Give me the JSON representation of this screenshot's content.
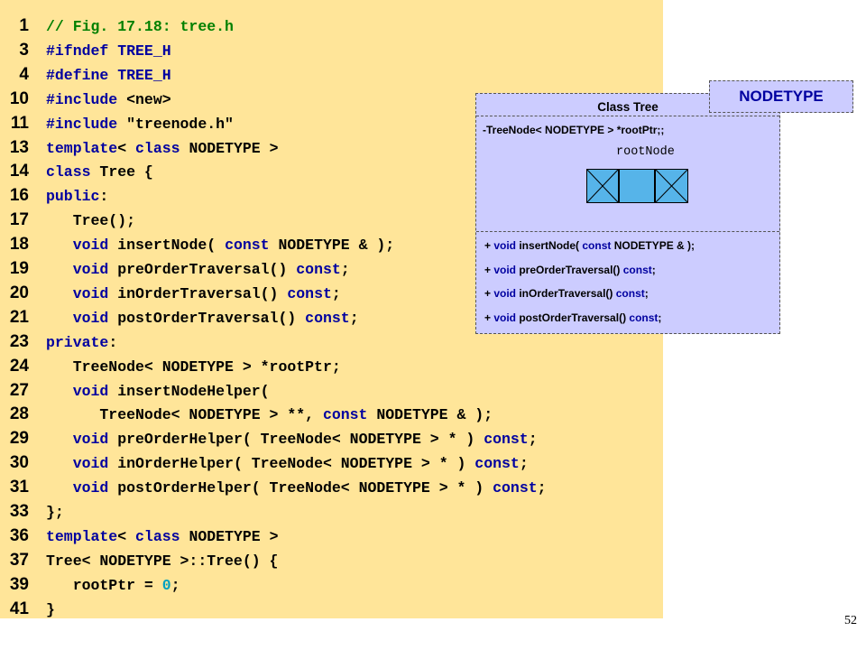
{
  "code_lines": [
    {
      "num": "1",
      "parts": [
        {
          "t": "// Fig. 17.18: tree.h",
          "c": "comment"
        }
      ]
    },
    {
      "num": "3",
      "parts": [
        {
          "t": "#ifndef TREE_H",
          "c": "keyword"
        }
      ]
    },
    {
      "num": "4",
      "parts": [
        {
          "t": "#define TREE_H",
          "c": "keyword"
        }
      ]
    },
    {
      "num": "10",
      "parts": [
        {
          "t": "#include",
          "c": "keyword"
        },
        {
          "t": " <new>",
          "c": ""
        }
      ]
    },
    {
      "num": "11",
      "parts": [
        {
          "t": "#include",
          "c": "keyword"
        },
        {
          "t": " \"treenode.h\"",
          "c": ""
        }
      ]
    },
    {
      "num": "13",
      "parts": [
        {
          "t": "template",
          "c": "keyword"
        },
        {
          "t": "< ",
          "c": ""
        },
        {
          "t": "class",
          "c": "keyword"
        },
        {
          "t": " NODETYPE >",
          "c": ""
        }
      ]
    },
    {
      "num": "14",
      "parts": [
        {
          "t": "class",
          "c": "keyword"
        },
        {
          "t": " Tree {",
          "c": ""
        }
      ]
    },
    {
      "num": "16",
      "parts": [
        {
          "t": "public",
          "c": "keyword"
        },
        {
          "t": ":",
          "c": ""
        }
      ]
    },
    {
      "num": "17",
      "parts": [
        {
          "t": "   Tree();",
          "c": ""
        }
      ]
    },
    {
      "num": "18",
      "parts": [
        {
          "t": "   ",
          "c": ""
        },
        {
          "t": "void",
          "c": "keyword"
        },
        {
          "t": " insertNode( ",
          "c": ""
        },
        {
          "t": "const",
          "c": "keyword"
        },
        {
          "t": " NODETYPE & );",
          "c": ""
        }
      ]
    },
    {
      "num": "19",
      "parts": [
        {
          "t": "   ",
          "c": ""
        },
        {
          "t": "void",
          "c": "keyword"
        },
        {
          "t": " preOrderTraversal() ",
          "c": ""
        },
        {
          "t": "const",
          "c": "keyword"
        },
        {
          "t": ";",
          "c": ""
        }
      ]
    },
    {
      "num": "20",
      "parts": [
        {
          "t": "   ",
          "c": ""
        },
        {
          "t": "void",
          "c": "keyword"
        },
        {
          "t": " inOrderTraversal() ",
          "c": ""
        },
        {
          "t": "const",
          "c": "keyword"
        },
        {
          "t": ";",
          "c": ""
        }
      ]
    },
    {
      "num": "21",
      "parts": [
        {
          "t": "   ",
          "c": ""
        },
        {
          "t": "void",
          "c": "keyword"
        },
        {
          "t": " postOrderTraversal() ",
          "c": ""
        },
        {
          "t": "const",
          "c": "keyword"
        },
        {
          "t": ";",
          "c": ""
        }
      ]
    },
    {
      "num": "23",
      "parts": [
        {
          "t": "private",
          "c": "keyword"
        },
        {
          "t": ":",
          "c": ""
        }
      ]
    },
    {
      "num": "24",
      "parts": [
        {
          "t": "   TreeNode< NODETYPE > *rootPtr;",
          "c": ""
        }
      ]
    },
    {
      "num": "27",
      "parts": [
        {
          "t": "   ",
          "c": ""
        },
        {
          "t": "void",
          "c": "keyword"
        },
        {
          "t": " insertNodeHelper(",
          "c": ""
        }
      ]
    },
    {
      "num": "28",
      "parts": [
        {
          "t": "      TreeNode< NODETYPE > **, ",
          "c": ""
        },
        {
          "t": "const",
          "c": "keyword"
        },
        {
          "t": " NODETYPE & );",
          "c": ""
        }
      ]
    },
    {
      "num": "29",
      "parts": [
        {
          "t": "   ",
          "c": ""
        },
        {
          "t": "void",
          "c": "keyword"
        },
        {
          "t": " preOrderHelper( TreeNode< NODETYPE > * ) ",
          "c": ""
        },
        {
          "t": "const",
          "c": "keyword"
        },
        {
          "t": ";",
          "c": ""
        }
      ]
    },
    {
      "num": "30",
      "parts": [
        {
          "t": "   ",
          "c": ""
        },
        {
          "t": "void",
          "c": "keyword"
        },
        {
          "t": " inOrderHelper( TreeNode< NODETYPE > * ) ",
          "c": ""
        },
        {
          "t": "const",
          "c": "keyword"
        },
        {
          "t": ";",
          "c": ""
        }
      ]
    },
    {
      "num": "31",
      "parts": [
        {
          "t": "   ",
          "c": ""
        },
        {
          "t": "void",
          "c": "keyword"
        },
        {
          "t": " postOrderHelper( TreeNode< NODETYPE > * ) ",
          "c": ""
        },
        {
          "t": "const",
          "c": "keyword"
        },
        {
          "t": ";",
          "c": ""
        }
      ]
    },
    {
      "num": "33",
      "parts": [
        {
          "t": "};",
          "c": ""
        }
      ]
    },
    {
      "num": "36",
      "parts": [
        {
          "t": "template",
          "c": "keyword"
        },
        {
          "t": "< ",
          "c": ""
        },
        {
          "t": "class",
          "c": "keyword"
        },
        {
          "t": " NODETYPE >",
          "c": ""
        }
      ]
    },
    {
      "num": "37",
      "parts": [
        {
          "t": "Tree< NODETYPE >::Tree() {",
          "c": ""
        }
      ]
    },
    {
      "num": "39",
      "parts": [
        {
          "t": "   rootPtr = ",
          "c": ""
        },
        {
          "t": "0",
          "c": "num"
        },
        {
          "t": ";",
          "c": ""
        }
      ]
    },
    {
      "num": "41",
      "parts": [
        {
          "t": "}",
          "c": ""
        }
      ]
    }
  ],
  "class_diagram": {
    "title": "Class  Tree",
    "attribute": "-TreeNode< NODETYPE > *rootPtr;;",
    "root_label": "rootNode",
    "methods": [
      [
        {
          "t": "+ ",
          "c": ""
        },
        {
          "t": "void",
          "c": "m-kw"
        },
        {
          "t": " insertNode( ",
          "c": ""
        },
        {
          "t": "const",
          "c": "m-kw"
        },
        {
          "t": " NODETYPE & );",
          "c": ""
        }
      ],
      [
        {
          "t": "+ ",
          "c": ""
        },
        {
          "t": "void",
          "c": "m-kw"
        },
        {
          "t": " preOrderTraversal() ",
          "c": ""
        },
        {
          "t": "const",
          "c": "m-kw"
        },
        {
          "t": ";",
          "c": ""
        }
      ],
      [
        {
          "t": "+ ",
          "c": ""
        },
        {
          "t": "void",
          "c": "m-kw"
        },
        {
          "t": " inOrderTraversal() ",
          "c": ""
        },
        {
          "t": "const",
          "c": "m-kw"
        },
        {
          "t": ";",
          "c": ""
        }
      ],
      [
        {
          "t": "+ ",
          "c": ""
        },
        {
          "t": "void",
          "c": "m-kw"
        },
        {
          "t": " postOrderTraversal() ",
          "c": ""
        },
        {
          "t": "const",
          "c": "m-kw"
        },
        {
          "t": ";",
          "c": ""
        }
      ]
    ]
  },
  "template_param": "NODETYPE",
  "page_number": "52",
  "colors": {
    "code_background": "#ffe599",
    "diagram_background": "#ccccff",
    "keyword": "#0000a0",
    "comment": "#008000",
    "node_fill": "#56b4e9"
  }
}
